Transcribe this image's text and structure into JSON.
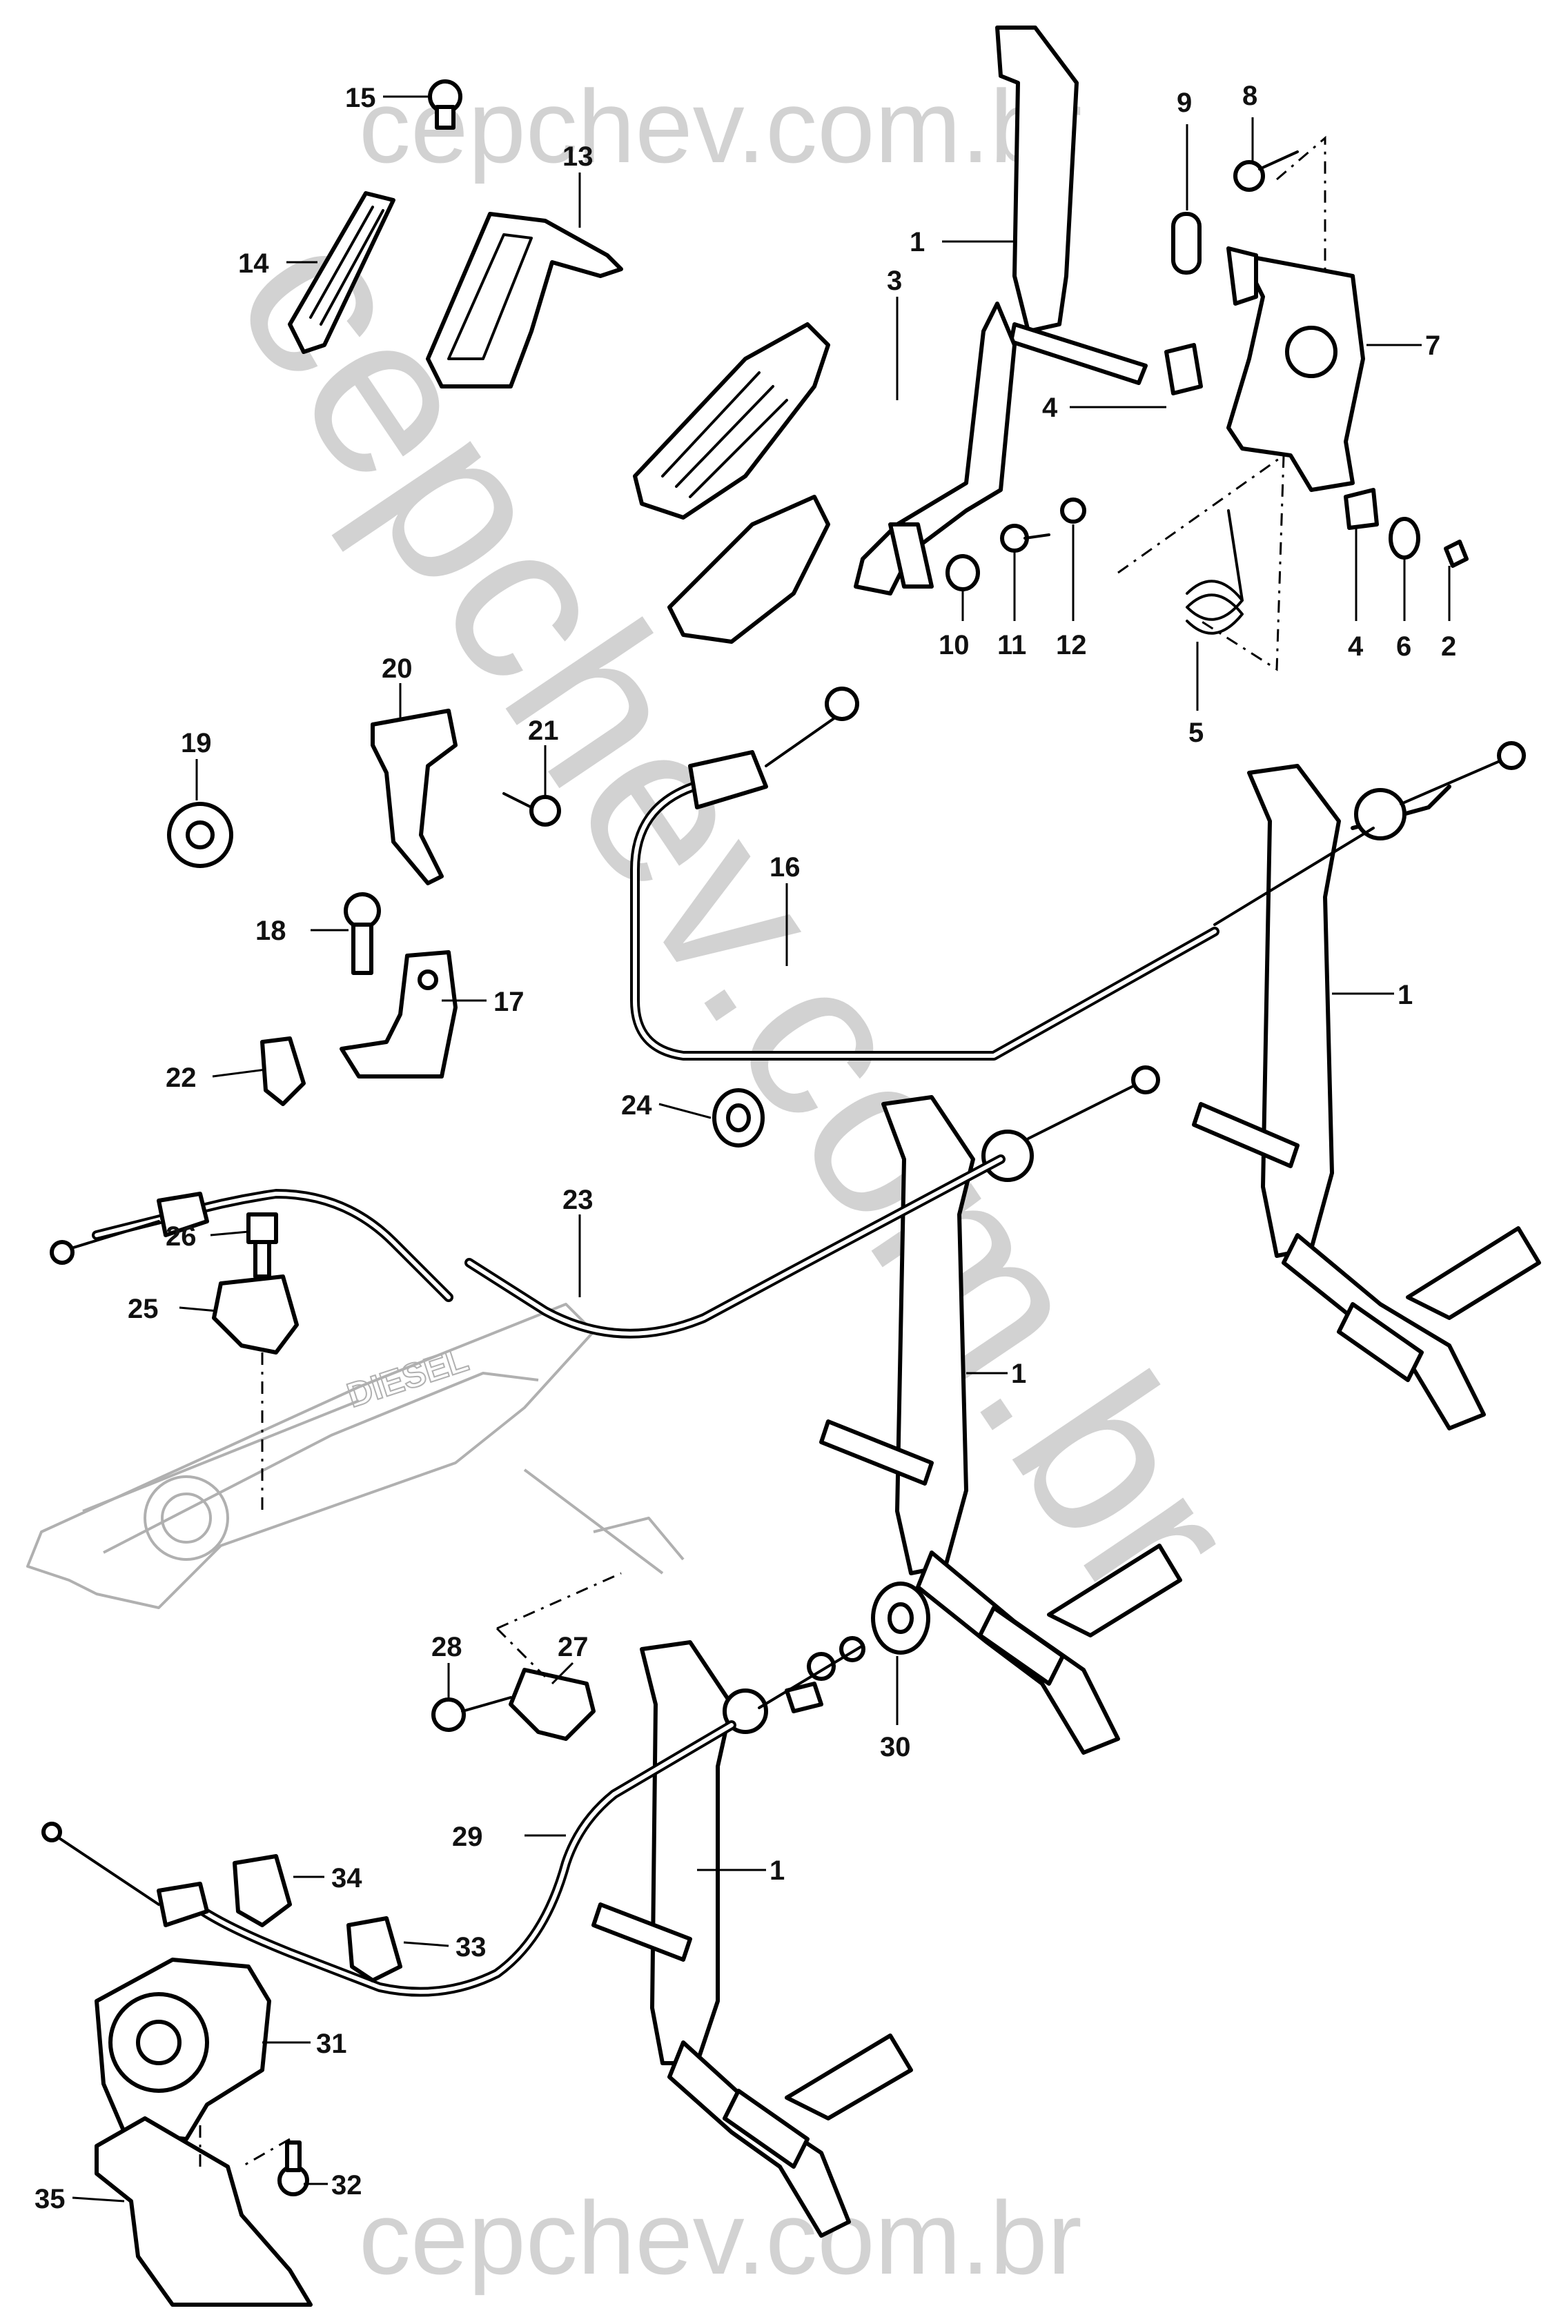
{
  "watermark": {
    "top": "cepchev.com.br",
    "bottom": "cepchev.com.br",
    "diagonal": "cepchev.com.br"
  },
  "engine_label": "DIESEL",
  "callouts": {
    "c1a": "1",
    "c1b": "1",
    "c1c": "1",
    "c1d": "1",
    "c2": "2",
    "c3": "3",
    "c4a": "4",
    "c4b": "4",
    "c5": "5",
    "c6": "6",
    "c7": "7",
    "c8": "8",
    "c9": "9",
    "c10": "10",
    "c11": "11",
    "c12": "12",
    "c13": "13",
    "c14": "14",
    "c15": "15",
    "c16": "16",
    "c17": "17",
    "c18": "18",
    "c19": "19",
    "c20": "20",
    "c21": "21",
    "c22": "22",
    "c23": "23",
    "c24": "24",
    "c25": "25",
    "c26": "26",
    "c27": "27",
    "c28": "28",
    "c29": "29",
    "c30": "30",
    "c31": "31",
    "c32": "32",
    "c33": "33",
    "c34": "34",
    "c35": "35"
  }
}
